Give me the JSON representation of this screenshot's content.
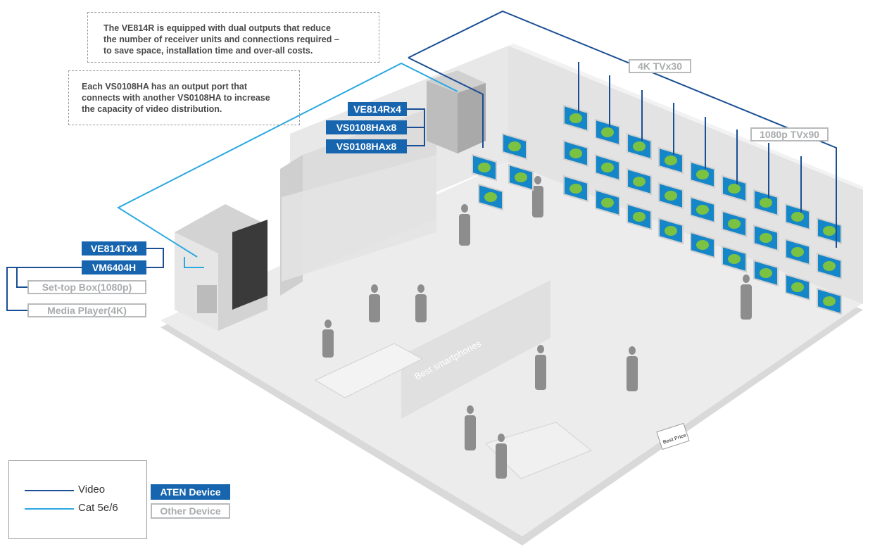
{
  "callouts": {
    "ve814r": "The VE814R is equipped with dual outputs that reduce\nthe number of receiver units and connections required –\nto save space, installation time and over-all costs.",
    "vs0108ha": "Each VS0108HA has an output port that\nconnects with another VS0108HA to increase\nthe capacity of video distribution."
  },
  "aten_devices": {
    "ve814rx4": "VE814Rx4",
    "vs0108ha_a": "VS0108HAx8",
    "vs0108ha_b": "VS0108HAx8",
    "ve814tx4": "VE814Tx4",
    "vm6404h": "VM6404H"
  },
  "other_devices": {
    "settop": "Set-top Box(1080p)",
    "media_player": "Media Player(4K)"
  },
  "screens": {
    "tv4k": "4K TVx30",
    "tv1080": "1080p TVx90"
  },
  "signage": {
    "best_smartphones": "Best smartphones",
    "best_price": "Best Price"
  },
  "legend": {
    "video": "Video",
    "cat": "Cat 5e/6",
    "aten_device": "ATEN Device",
    "other_device": "Other Device"
  },
  "colors": {
    "video_line": "#1a4f94",
    "cat_line": "#2aa9e0",
    "aten_fill": "#1665ae",
    "other_border": "#b8babc",
    "screen_blue": "#1586c8",
    "screen_green": "#7cc242"
  }
}
